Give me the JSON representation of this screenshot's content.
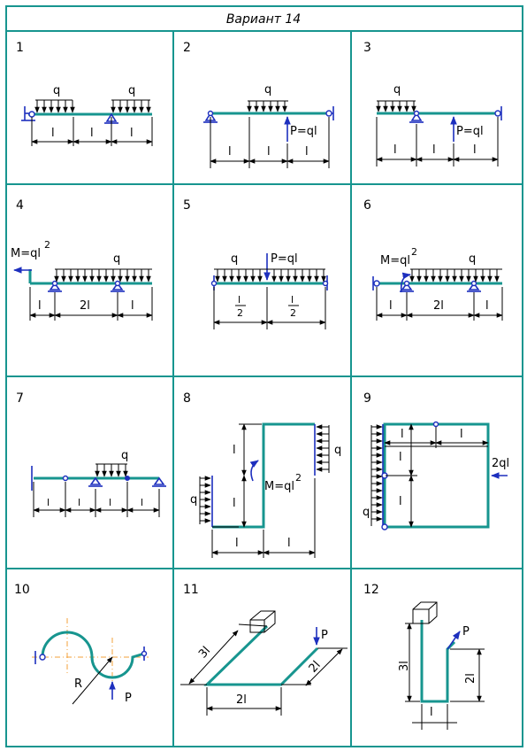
{
  "title": "Вариант 14",
  "colors": {
    "frame": "#17958f",
    "beam": "#17958f",
    "support": "#1d2fbe",
    "axis": "#f3a23a"
  },
  "cells": [
    {
      "number": "1",
      "labels": [
        "q",
        "q",
        "l",
        "l",
        "l"
      ]
    },
    {
      "number": "2",
      "labels": [
        "q",
        "P=ql",
        "l",
        "l",
        "l"
      ]
    },
    {
      "number": "3",
      "labels": [
        "q",
        "P=ql",
        "l",
        "l",
        "l"
      ]
    },
    {
      "number": "4",
      "labels": [
        "M=ql",
        "2",
        "q",
        "l",
        "2l",
        "l"
      ]
    },
    {
      "number": "5",
      "labels": [
        "q",
        "P=ql",
        "l",
        "2",
        "l",
        "2"
      ]
    },
    {
      "number": "6",
      "labels": [
        "M=ql",
        "2",
        "q",
        "l",
        "2l",
        "l"
      ]
    },
    {
      "number": "7",
      "labels": [
        "q",
        "l",
        "l",
        "l",
        "l"
      ]
    },
    {
      "number": "8",
      "labels": [
        "l",
        "M=ql",
        "2",
        "q",
        "q",
        "l",
        "l",
        "l"
      ]
    },
    {
      "number": "9",
      "labels": [
        "l",
        "l",
        "l",
        "2ql",
        "l",
        "q"
      ]
    },
    {
      "number": "10",
      "labels": [
        "R",
        "P"
      ]
    },
    {
      "number": "11",
      "labels": [
        "3l",
        "P",
        "2l",
        "2l"
      ]
    },
    {
      "number": "12",
      "labels": [
        "P",
        "3l",
        "2l",
        "l"
      ]
    }
  ]
}
